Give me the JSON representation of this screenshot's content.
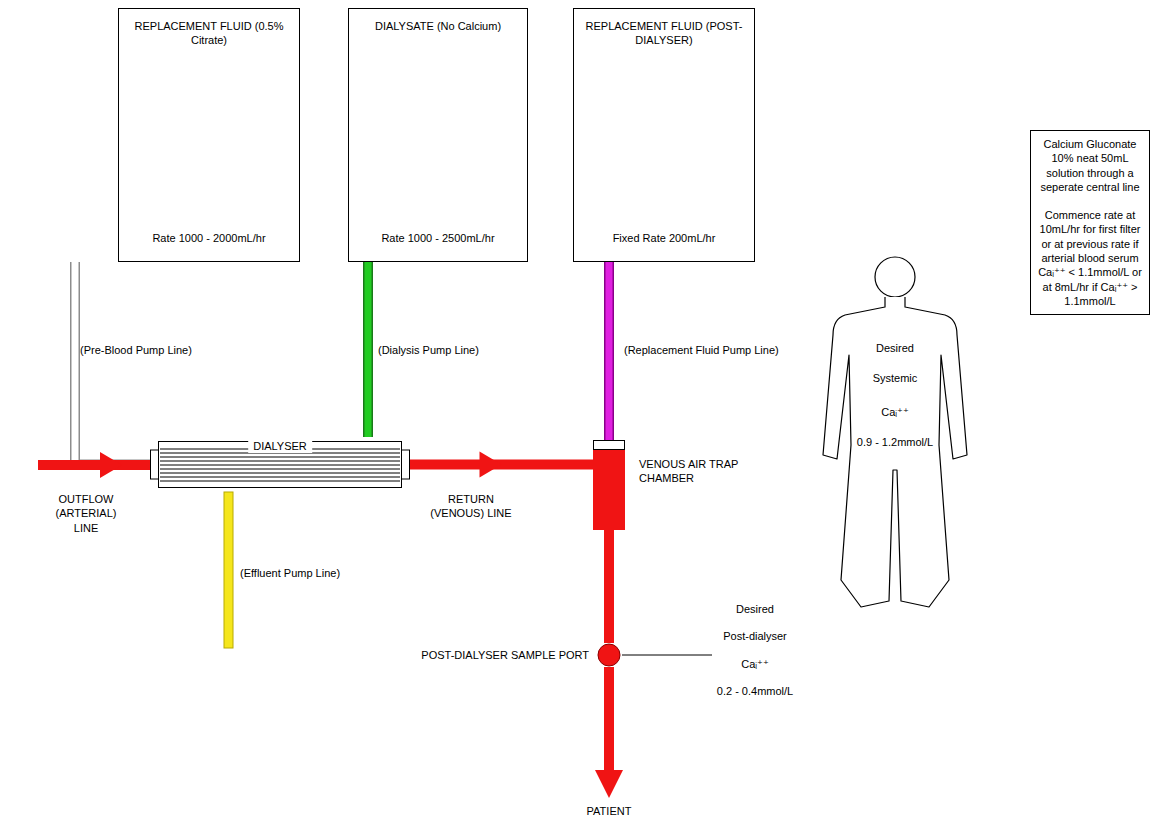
{
  "diagram": {
    "nodes": [
      {
        "text": [
          "REPLACEMENT FLUID (0.5% Citrate)",
          "Rate 1000 - 2000mL/hr"
        ]
      },
      {
        "text": [
          "DIALYSATE (No Calcium)",
          "Rate 1000 - 2500mL/hr"
        ]
      },
      {
        "text": [
          "REPLACEMENT FLUID (POST-DIALYSER)",
          "Fixed Rate 200mL/hr"
        ]
      },
      {
        "text": [
          "Calcium Gluconate 10% neat 50mL solution through a seperate central line",
          "Commence rate at 10mL/hr for first filter or at previous rate if arterial blood serum Caᵢ⁺⁺ < 1.1mmol/L or at 8mL/hr if Caᵢ⁺⁺ > 1.1mmol/L"
        ]
      },
      {
        "text": [
          "DIALYSER"
        ]
      },
      {
        "text": [
          "VENOUS AIR TRAP CHAMBER"
        ]
      },
      {
        "text": [
          "POST-DIALYSER SAMPLE PORT"
        ]
      },
      {
        "text": [
          "Desired",
          "Systemic",
          "Caᵢ⁺⁺",
          "0.9 - 1.2mmol/L"
        ]
      }
    ],
    "edges": [
      {
        "from": 0,
        "to": 4,
        "arrow": "none"
      },
      {
        "from": 1,
        "to": 4,
        "arrow": "none"
      },
      {
        "from": 2,
        "to": 5,
        "arrow": "none"
      },
      {
        "from": 4,
        "to": 5,
        "arrow": "to"
      },
      {
        "from": 5,
        "to": 6,
        "arrow": "none"
      }
    ],
    "labels": [
      "(Pre-Blood Pump Line)",
      "(Dialysis Pump Line)",
      "(Replacement Fluid Pump Line)",
      "OUTFLOW (ARTERIAL) LINE",
      "RETURN (VENOUS) LINE",
      "(Effluent Pump Line)",
      "Desired",
      "Post-dialyser",
      "Caᵢ⁺⁺",
      "0.2 - 0.4mmol/L",
      "PATIENT"
    ]
  }
}
